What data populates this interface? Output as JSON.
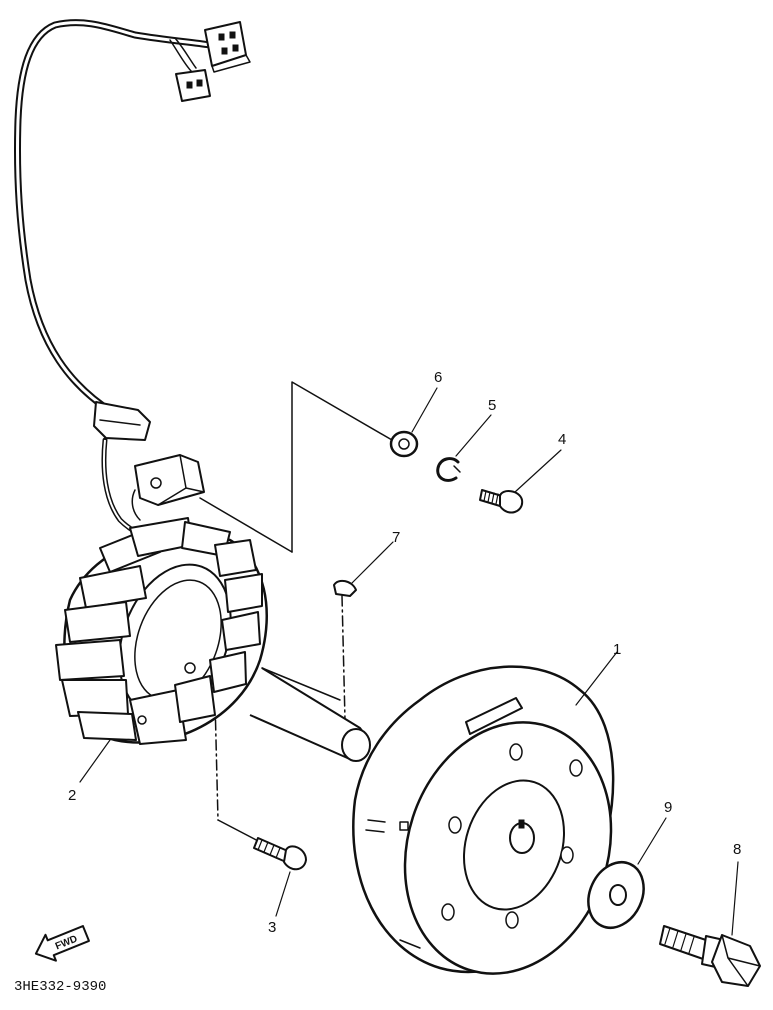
{
  "diagram": {
    "part_code": "3HE332-9390",
    "fwd_label": "FWD",
    "callouts": {
      "p1": "1",
      "p2": "2",
      "p3": "3",
      "p4": "4",
      "p5": "5",
      "p6": "6",
      "p7": "7",
      "p8": "8",
      "p9": "9"
    },
    "icons": [
      "fwd-arrow-icon"
    ],
    "ink_color": "#111111",
    "background_color": "#ffffff"
  }
}
